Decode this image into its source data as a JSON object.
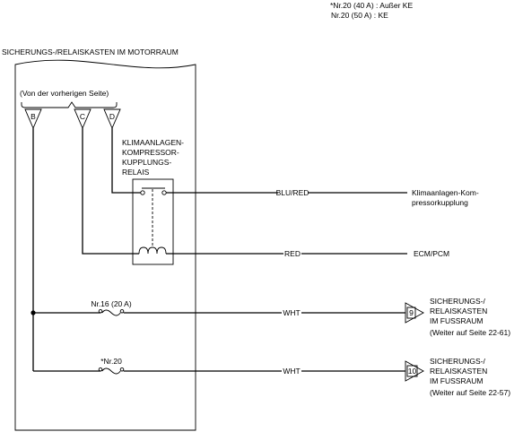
{
  "notes": {
    "line1": "*Nr.20 (40 A) :  Außer KE",
    "line2": "Nr.20 (50 A) :  KE"
  },
  "box": {
    "title": "SICHERUNGS-/RELAISKASTEN IM MOTORRAUM",
    "from_prev_page": "(Von der vorherigen Seite)"
  },
  "terminals": [
    "B",
    "C",
    "D"
  ],
  "relay": {
    "label_lines": [
      "KLIMAANLAGEN-",
      "KOMPRESSOR-",
      "KUPPLUNGS-",
      "RELAIS"
    ]
  },
  "fuses": [
    {
      "label": "Nr.16 (20 A)"
    },
    {
      "label": "*Nr.20"
    }
  ],
  "wires": [
    {
      "color": "BLU/RED",
      "dest_lines": [
        "Klimaanlagen-Kom-",
        "pressorkupplung"
      ]
    },
    {
      "color": "RED",
      "dest_lines": [
        "ECM/PCM"
      ]
    },
    {
      "color": "WHT",
      "connector": "9",
      "dest_lines": [
        "SICHERUNGS-/",
        "RELAISKASTEN",
        "IM FUSSRAUM",
        "(Weiter auf Seite 22-61)"
      ]
    },
    {
      "color": "WHT",
      "connector": "10",
      "dest_lines": [
        "SICHERUNGS-/",
        "RELAISKASTEN",
        "IM FUSSRAUM",
        "(Weiter auf Seite 22-57)"
      ]
    }
  ]
}
